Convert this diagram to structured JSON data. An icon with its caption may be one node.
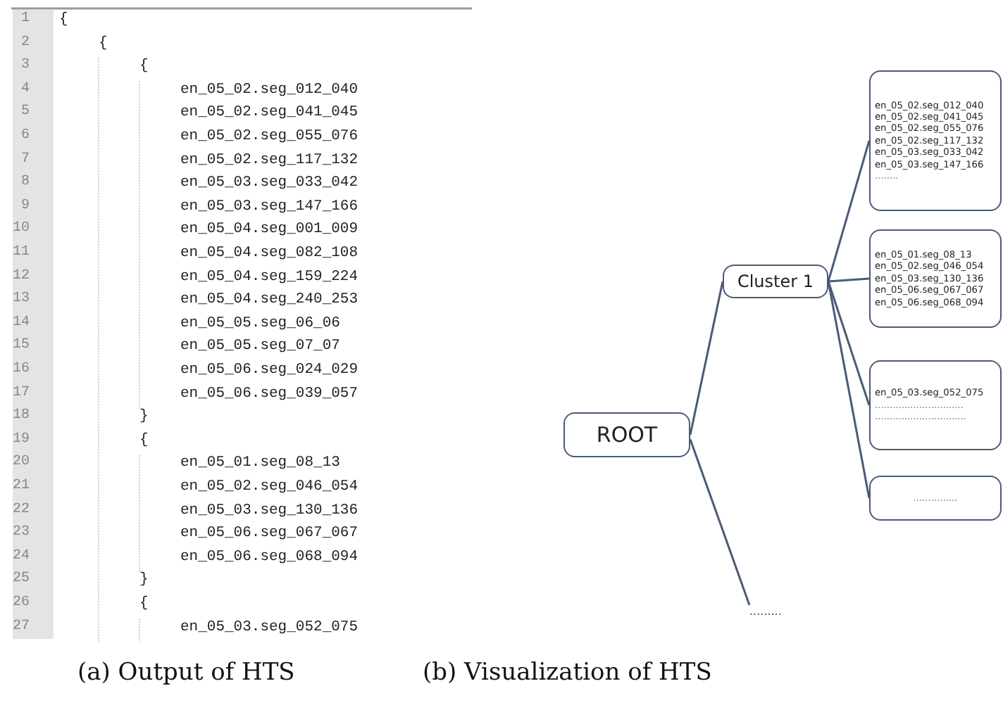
{
  "diagram": {
    "nodes": [
      {
        "text": [
          "ROOT"
        ]
      },
      {
        "text": [
          "Cluster 1"
        ]
      },
      {
        "text": [
          "en_05_02.seg_012_040",
          "en_05_02.seg_041_045",
          "en_05_02.seg_055_076",
          "en_05_02.seg_117_132",
          "en_05_03.seg_033_042",
          "en_05_03.seg_147_166",
          "........"
        ]
      },
      {
        "text": [
          "en_05_01.seg_08_13",
          "en_05_02.seg_046_054",
          "en_05_03.seg_130_136",
          "en_05_06.seg_067_067",
          "en_05_06.seg_068_094"
        ]
      },
      {
        "text": [
          "en_05_03.seg_052_075",
          "..............................",
          "..............................."
        ]
      },
      {
        "text": [
          "..............."
        ]
      },
      {
        "text": [
          "........."
        ]
      }
    ],
    "edges": [
      {
        "from": 0,
        "to": 1,
        "arrow": "none"
      },
      {
        "from": 0,
        "to": 6,
        "arrow": "none"
      },
      {
        "from": 1,
        "to": 2,
        "arrow": "none"
      },
      {
        "from": 1,
        "to": 3,
        "arrow": "none"
      },
      {
        "from": 1,
        "to": 4,
        "arrow": "none"
      },
      {
        "from": 1,
        "to": 5,
        "arrow": "none"
      }
    ],
    "labels": [
      "1",
      "{",
      "2",
      "{",
      "3",
      "{",
      "4",
      "en_05_02.seg_012_040",
      "5",
      "en_05_02.seg_041_045",
      "6",
      "en_05_02.seg_055_076",
      "7",
      "en_05_02.seg_117_132",
      "8",
      "en_05_03.seg_033_042",
      "9",
      "en_05_03.seg_147_166",
      "10",
      "en_05_04.seg_001_009",
      "11",
      "en_05_04.seg_082_108",
      "12",
      "en_05_04.seg_159_224",
      "13",
      "en_05_04.seg_240_253",
      "14",
      "en_05_05.seg_06_06",
      "15",
      "en_05_05.seg_07_07",
      "16",
      "en_05_06.seg_024_029",
      "17",
      "en_05_06.seg_039_057",
      "18",
      "}",
      "19",
      "{",
      "20",
      "en_05_01.seg_08_13",
      "21",
      "en_05_02.seg_046_054",
      "22",
      "en_05_03.seg_130_136",
      "23",
      "en_05_06.seg_067_067",
      "24",
      "en_05_06.seg_068_094",
      "25",
      "}",
      "26",
      "{",
      "27",
      "en_05_03.seg_052_075",
      "(a) Output of HTS",
      "(b) Visualization of HTS"
    ]
  }
}
